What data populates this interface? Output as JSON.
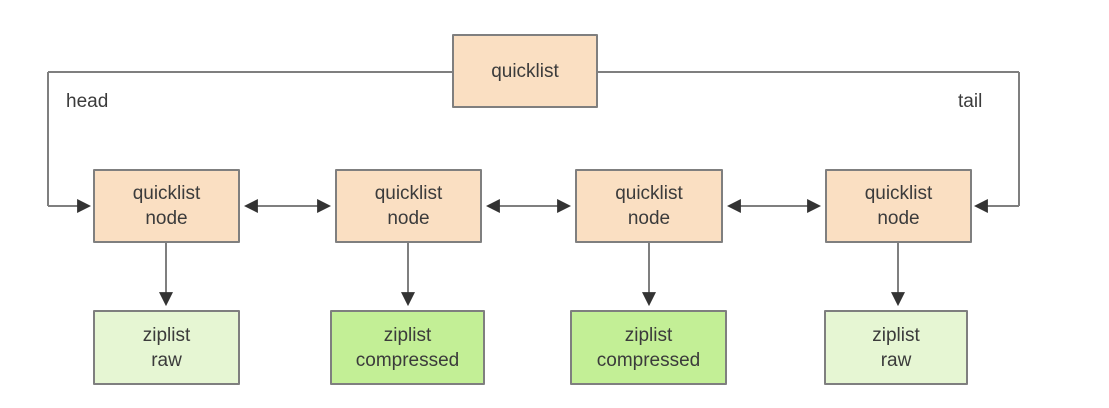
{
  "diagram": {
    "root": {
      "label": "quicklist"
    },
    "edge_labels": {
      "head": "head",
      "tail": "tail"
    },
    "nodes": [
      {
        "line1": "quicklist",
        "line2": "node"
      },
      {
        "line1": "quicklist",
        "line2": "node"
      },
      {
        "line1": "quicklist",
        "line2": "node"
      },
      {
        "line1": "quicklist",
        "line2": "node"
      }
    ],
    "ziplists": [
      {
        "line1": "ziplist",
        "line2": "raw",
        "variant": "raw"
      },
      {
        "line1": "ziplist",
        "line2": "compressed",
        "variant": "compressed"
      },
      {
        "line1": "ziplist",
        "line2": "compressed",
        "variant": "compressed"
      },
      {
        "line1": "ziplist",
        "line2": "raw",
        "variant": "raw"
      }
    ],
    "colors": {
      "background": "#ffffff",
      "node_fill": "#fadfc2",
      "ziplist_raw_fill": "#e6f6d3",
      "ziplist_compressed_fill": "#c3ef96",
      "box_border": "#7f7f7f",
      "edge_line": "#7f7f7f",
      "arrowhead": "#333333",
      "text": "#3b3b3b"
    }
  }
}
